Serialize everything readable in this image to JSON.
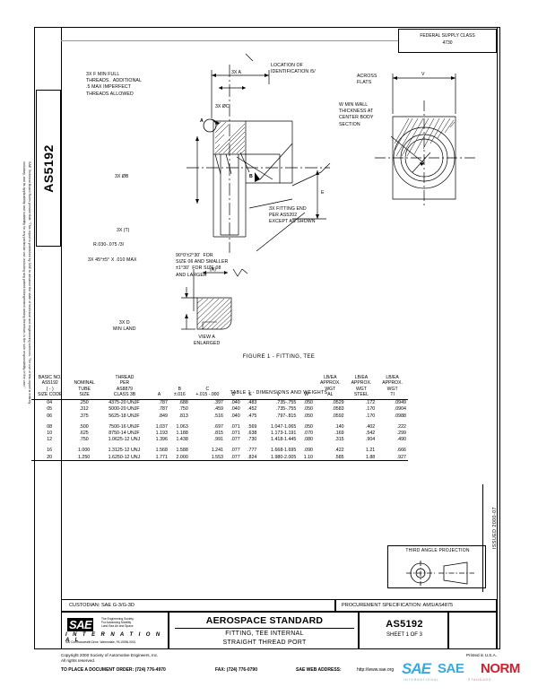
{
  "document": {
    "standard_number": "AS5192",
    "federal_supply_class_label": "FEDERAL SUPPLY CLASS",
    "federal_supply_class_value": "4730",
    "issued": "ISSUED 2000-07",
    "figure_caption": "FIGURE 1 - FITTING, TEE",
    "table_caption": "TABLE 1 - DIMENSIONS AND WEIGHTS",
    "disclaimer": [
      "SAE Technical Board Rules provide that:  \"This report is published by SAE to advance the state of technical and engineering sciences.  The use of this report is entirely",
      "voluntary, and its applicability and suitability for any particular use, including any patent infringement arising therefrom, is the sole responsibility of the user.\""
    ]
  },
  "drawing": {
    "notes": [
      {
        "id": "note-full-threads",
        "text": "3X F MIN FULL\nTHREADS.  ADDITIONAL\n.5 MAX IMPERFECT\nTHREADS ALLOWED"
      },
      {
        "id": "note-identification",
        "text": "LOCATION OF\nIDENTIFICATION /5/"
      },
      {
        "id": "note-across-flats",
        "text": "ACROSS\nFLATS"
      },
      {
        "id": "note-wall-thickness",
        "text": "W MIN WALL\nTHICKNESS AT\nCENTER BODY\nSECTION"
      },
      {
        "id": "note-fitting-end",
        "text": "3X FITTING END\nPER AS5202\nEXCEPT AS SHOWN"
      },
      {
        "id": "note-angle-tolerance",
        "text": "90°0'±2°30'  FOR\nSIZE 06 AND SMALLER\n±1°30'  FOR SIZE 08\nAND LARGER"
      },
      {
        "id": "note-radius",
        "text": "R.030-.075 /3/"
      },
      {
        "id": "note-chamfer",
        "text": "3X 45°±5° X .010 MAX"
      },
      {
        "id": "note-min-land",
        "text": "3X D\nMIN LAND"
      },
      {
        "id": "note-view-a",
        "text": "VIEW A\nENLARGED"
      }
    ],
    "dimension_labels": [
      {
        "id": "dim-3x-a",
        "text": "3X A"
      },
      {
        "id": "dim-3x-dia-c",
        "text": "3X ØC"
      },
      {
        "id": "dim-3x-dia-b",
        "text": "3X ØB"
      },
      {
        "id": "dim-3x-t",
        "text": "3X (T)"
      },
      {
        "id": "dim-a-paren",
        "text": "(A)"
      },
      {
        "id": "dim-v",
        "text": "V"
      },
      {
        "id": "dim-e",
        "text": "E"
      },
      {
        "id": "view-a-callout",
        "text": "A"
      },
      {
        "id": "view-b-callout",
        "text": "B"
      }
    ],
    "third_angle_projection_label": "THIRD ANGLE PROJECTION"
  },
  "table": {
    "headers": {
      "size_code": "BASIC NO.\nAS5192\n( - )\nSIZE CODE",
      "nominal_tube": "NOMINAL\nTUBE\nSIZE",
      "thread": "THREAD\nPER\nAS8879\nCLASS 3B",
      "a": "A",
      "b": "B\n±.016",
      "c": "C\n+.015 -.000",
      "d": "D",
      "e": "E",
      "v": "V",
      "w": "W",
      "wt_al": "LB/EA\nAPPROX.\nWGT\nAL",
      "wt_steel": "LB/EA\nAPPROX.\nWGT\nSTEEL",
      "wt_ti": "LB/EA\nAPPROX.\nWGT\nTI"
    },
    "rows": [
      {
        "size_code": "04",
        "nominal_tube": ".250",
        "thread": "4375-20 UNJF",
        "a": ".787",
        "b": ".688",
        "c": ".397",
        "d": ".040",
        "e": ".483",
        "v": ".735-.755",
        "w": ".050",
        "wt_al": ".0529",
        "wt_steel": ".172",
        "wt_ti": ".0949"
      },
      {
        "size_code": "05",
        "nominal_tube": ".312",
        "thread": "5000-20 UNJF",
        "a": ".787",
        "b": ".750",
        "c": ".459",
        "d": ".040",
        "e": ".452",
        "v": ".735-.755",
        "w": ".050",
        "wt_al": ".0583",
        "wt_steel": ".170",
        "wt_ti": ".0904"
      },
      {
        "size_code": "06",
        "nominal_tube": ".375",
        "thread": "5625-18 UNJF",
        "a": ".849",
        "b": ".813",
        "c": ".516",
        "d": ".040",
        "e": ".475",
        "v": ".797-.815",
        "w": ".050",
        "wt_al": ".0592",
        "wt_steel": ".170",
        "wt_ti": ".0988"
      },
      {
        "size_code": "08",
        "nominal_tube": ".500",
        "thread": "7500-16 UNJF",
        "a": "1.037",
        "b": "1.063",
        "c": ".697",
        "d": ".071",
        "e": ".569",
        "v": "1.047-1.065",
        "w": ".050",
        "wt_al": ".140",
        "wt_steel": ".402",
        "wt_ti": ".222"
      },
      {
        "size_code": "10",
        "nominal_tube": ".625",
        "thread": "8750-14 UNJF",
        "a": "1.193",
        "b": "1.188",
        "c": ".815",
        "d": ".071",
        "e": ".638",
        "v": "1.173-1.191",
        "w": ".070",
        "wt_al": ".169",
        "wt_steel": ".542",
        "wt_ti": ".299"
      },
      {
        "size_code": "12",
        "nominal_tube": ".750",
        "thread": "1.0625-12 UNJ",
        "a": "1.396",
        "b": "1.438",
        "c": ".991",
        "d": ".077",
        "e": ".730",
        "v": "1.418-1.445",
        "w": ".080",
        "wt_al": ".315",
        "wt_steel": ".904",
        "wt_ti": ".490"
      },
      {
        "size_code": "16",
        "nominal_tube": "1.000",
        "thread": "1.3125-12 UNJ",
        "a": "1.568",
        "b": "1.588",
        "c": "1.241",
        "d": ".077",
        "e": ".777",
        "v": "1.668-1.695",
        "w": ".090",
        "wt_al": ".422",
        "wt_steel": "1.21",
        "wt_ti": ".666"
      },
      {
        "size_code": "20",
        "nominal_tube": "1.250",
        "thread": "1.6250-12 UNJ",
        "a": "1.771",
        "b": "2.000",
        "c": "1.553",
        "d": ".077",
        "e": ".824",
        "v": "1.980-2.005",
        "w": "1.10",
        "wt_al": ".585",
        "wt_steel": "1.88",
        "wt_ti": ".927"
      }
    ]
  },
  "title_block": {
    "custodian": "CUSTODIAN:  SAE G-3/G-3D",
    "procurement": "PROCUREMENT SPECIFICATION:  AMS/AS4875",
    "aerospace_standard": "AEROSPACE STANDARD",
    "title_line1": "FITTING, TEE INTERNAL",
    "title_line2": "STRAIGHT THREAD PORT",
    "number": "AS5192",
    "sheet": "SHEET 1 OF 3",
    "sae_logo": "SAE",
    "sae_tagline": "The Engineering Society\nFor Advancing Mobility\nLand Sea Air and Space",
    "sae_international": "I N T E R N A T I O N A L",
    "sae_address": "400 Commonwealth Drive, Warrendale, PA  15096-0001"
  },
  "footer": {
    "copyright_line1": "Copyright 2000 Society of Automotive Engineers, Inc.",
    "copyright_line2": "All rights reserved.",
    "order_label": "TO PLACE A DOCUMENT ORDER:",
    "order_phone": "(724) 776-4970",
    "fax_label": "FAX:",
    "fax_number": "(724) 776-0790",
    "web_label": "SAE WEB ADDRESS:",
    "web_url": "http://www.sae.org",
    "printed_in": "Printed in U.S.A."
  },
  "watermark": {
    "mark1": "SAE",
    "mark2": "SAE",
    "mark3": "NORM",
    "sub1": "INTERNATIONAL",
    "sub2": "STANDARD",
    "accent_blue": "#3aa9dd",
    "accent_red": "#cf2030"
  }
}
